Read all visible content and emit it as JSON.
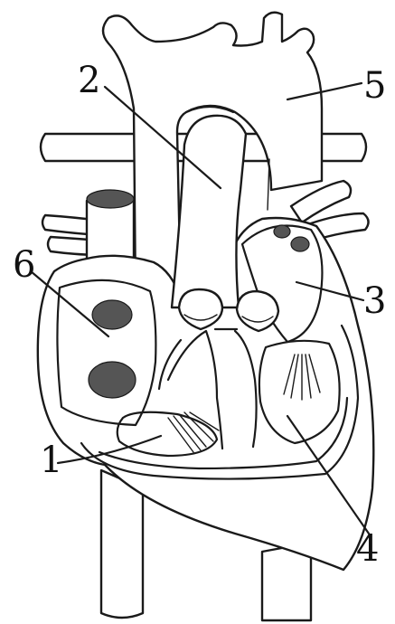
{
  "labels": {
    "l1": "1",
    "l2": "2",
    "l3": "3",
    "l4": "4",
    "l5": "5",
    "l6": "6"
  },
  "colors": {
    "ink": "#1a1a1a",
    "background": "#ffffff"
  }
}
